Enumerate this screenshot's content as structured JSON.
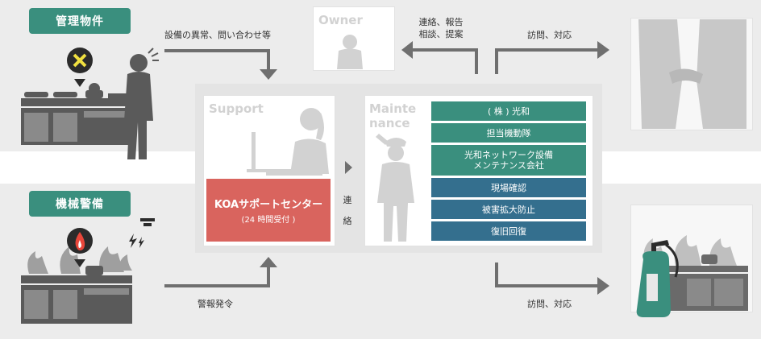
{
  "tags": {
    "managed": "管理物件",
    "machine": "機械警備"
  },
  "labels": {
    "abnormal": "設備の異常、問い合わせ等",
    "contact_report_1": "連絡、報告",
    "contact_report_2": "相談、提案",
    "visit_top": "訪問、対応",
    "alarm": "警報発令",
    "visit_bottom": "訪問、対応",
    "renraku_1": "連",
    "renraku_2": "絡"
  },
  "owner": "Owner",
  "support": {
    "title": "Support",
    "center_name": "KOAサポートセンター",
    "center_hours": "(24 時間受付 )"
  },
  "maintenance": {
    "title_1": "Mainte",
    "title_2": "nance",
    "items": [
      {
        "text": "( 株 ) 光和",
        "color": "teal"
      },
      {
        "text": "担当機動隊",
        "color": "teal"
      },
      {
        "text": "光和ネットワーク設備\nメンテナンス会社",
        "color": "teal"
      },
      {
        "text": "現場確認",
        "color": "blue"
      },
      {
        "text": "被害拡大防止",
        "color": "blue"
      },
      {
        "text": "復旧回復",
        "color": "blue"
      }
    ]
  },
  "colors": {
    "teal": "#3a8f7e",
    "blue": "#346f8e",
    "red": "#d9645e",
    "arrow": "#6f6f6f",
    "figure": "#5a5a5a",
    "ghost": "#d2d2d2"
  },
  "icons": [
    "cross-alert-icon",
    "fire-alert-icon",
    "sensor-icon",
    "arrow-icon",
    "extinguisher-icon",
    "kitchen-icon",
    "person-icon"
  ]
}
